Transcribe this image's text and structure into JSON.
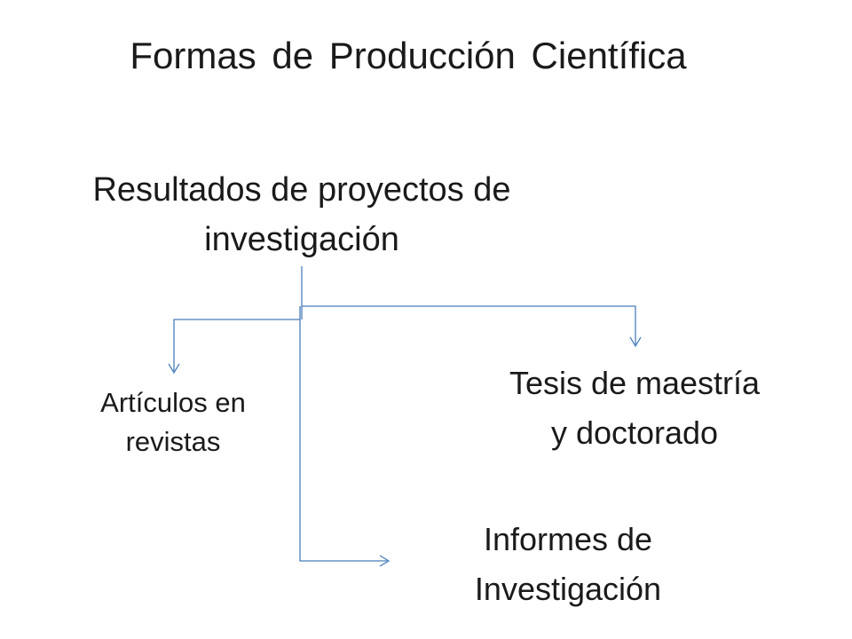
{
  "title": "Formas de Producción  Científica",
  "root": {
    "line1": "Resultados de proyectos de",
    "line2": "investigación"
  },
  "nodes": {
    "articulos": {
      "line1": "Artículos en",
      "line2": "revistas"
    },
    "tesis": {
      "line1": "Tesis de maestría",
      "line2": "y doctorado"
    },
    "informes": {
      "line1": "Informes de",
      "line2": "Investigación"
    }
  },
  "colors": {
    "connector": "#4a7ebb",
    "text": "#1a1a1a"
  }
}
